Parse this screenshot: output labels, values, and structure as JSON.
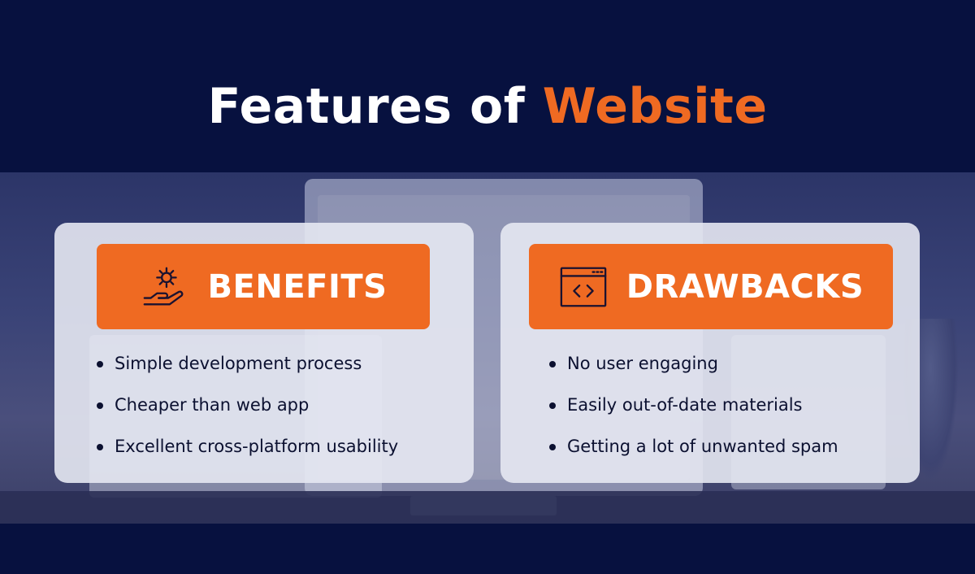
{
  "heading": {
    "prefix": "Features of",
    "accent": "Website"
  },
  "colors": {
    "background": "#07113f",
    "accent": "#ef6a22",
    "card": "#e6e8f2",
    "text": "#0b1030"
  },
  "benefits": {
    "title": "BENEFITS",
    "icon": "hand-gear-icon",
    "items": [
      "Simple development process",
      "Cheaper than web app",
      "Excellent cross-platform usability"
    ]
  },
  "drawbacks": {
    "title": "DRAWBACKS",
    "icon": "browser-code-icon",
    "items": [
      "No user engaging",
      "Easily out-of-date materials",
      "Getting a lot of unwanted spam"
    ]
  }
}
